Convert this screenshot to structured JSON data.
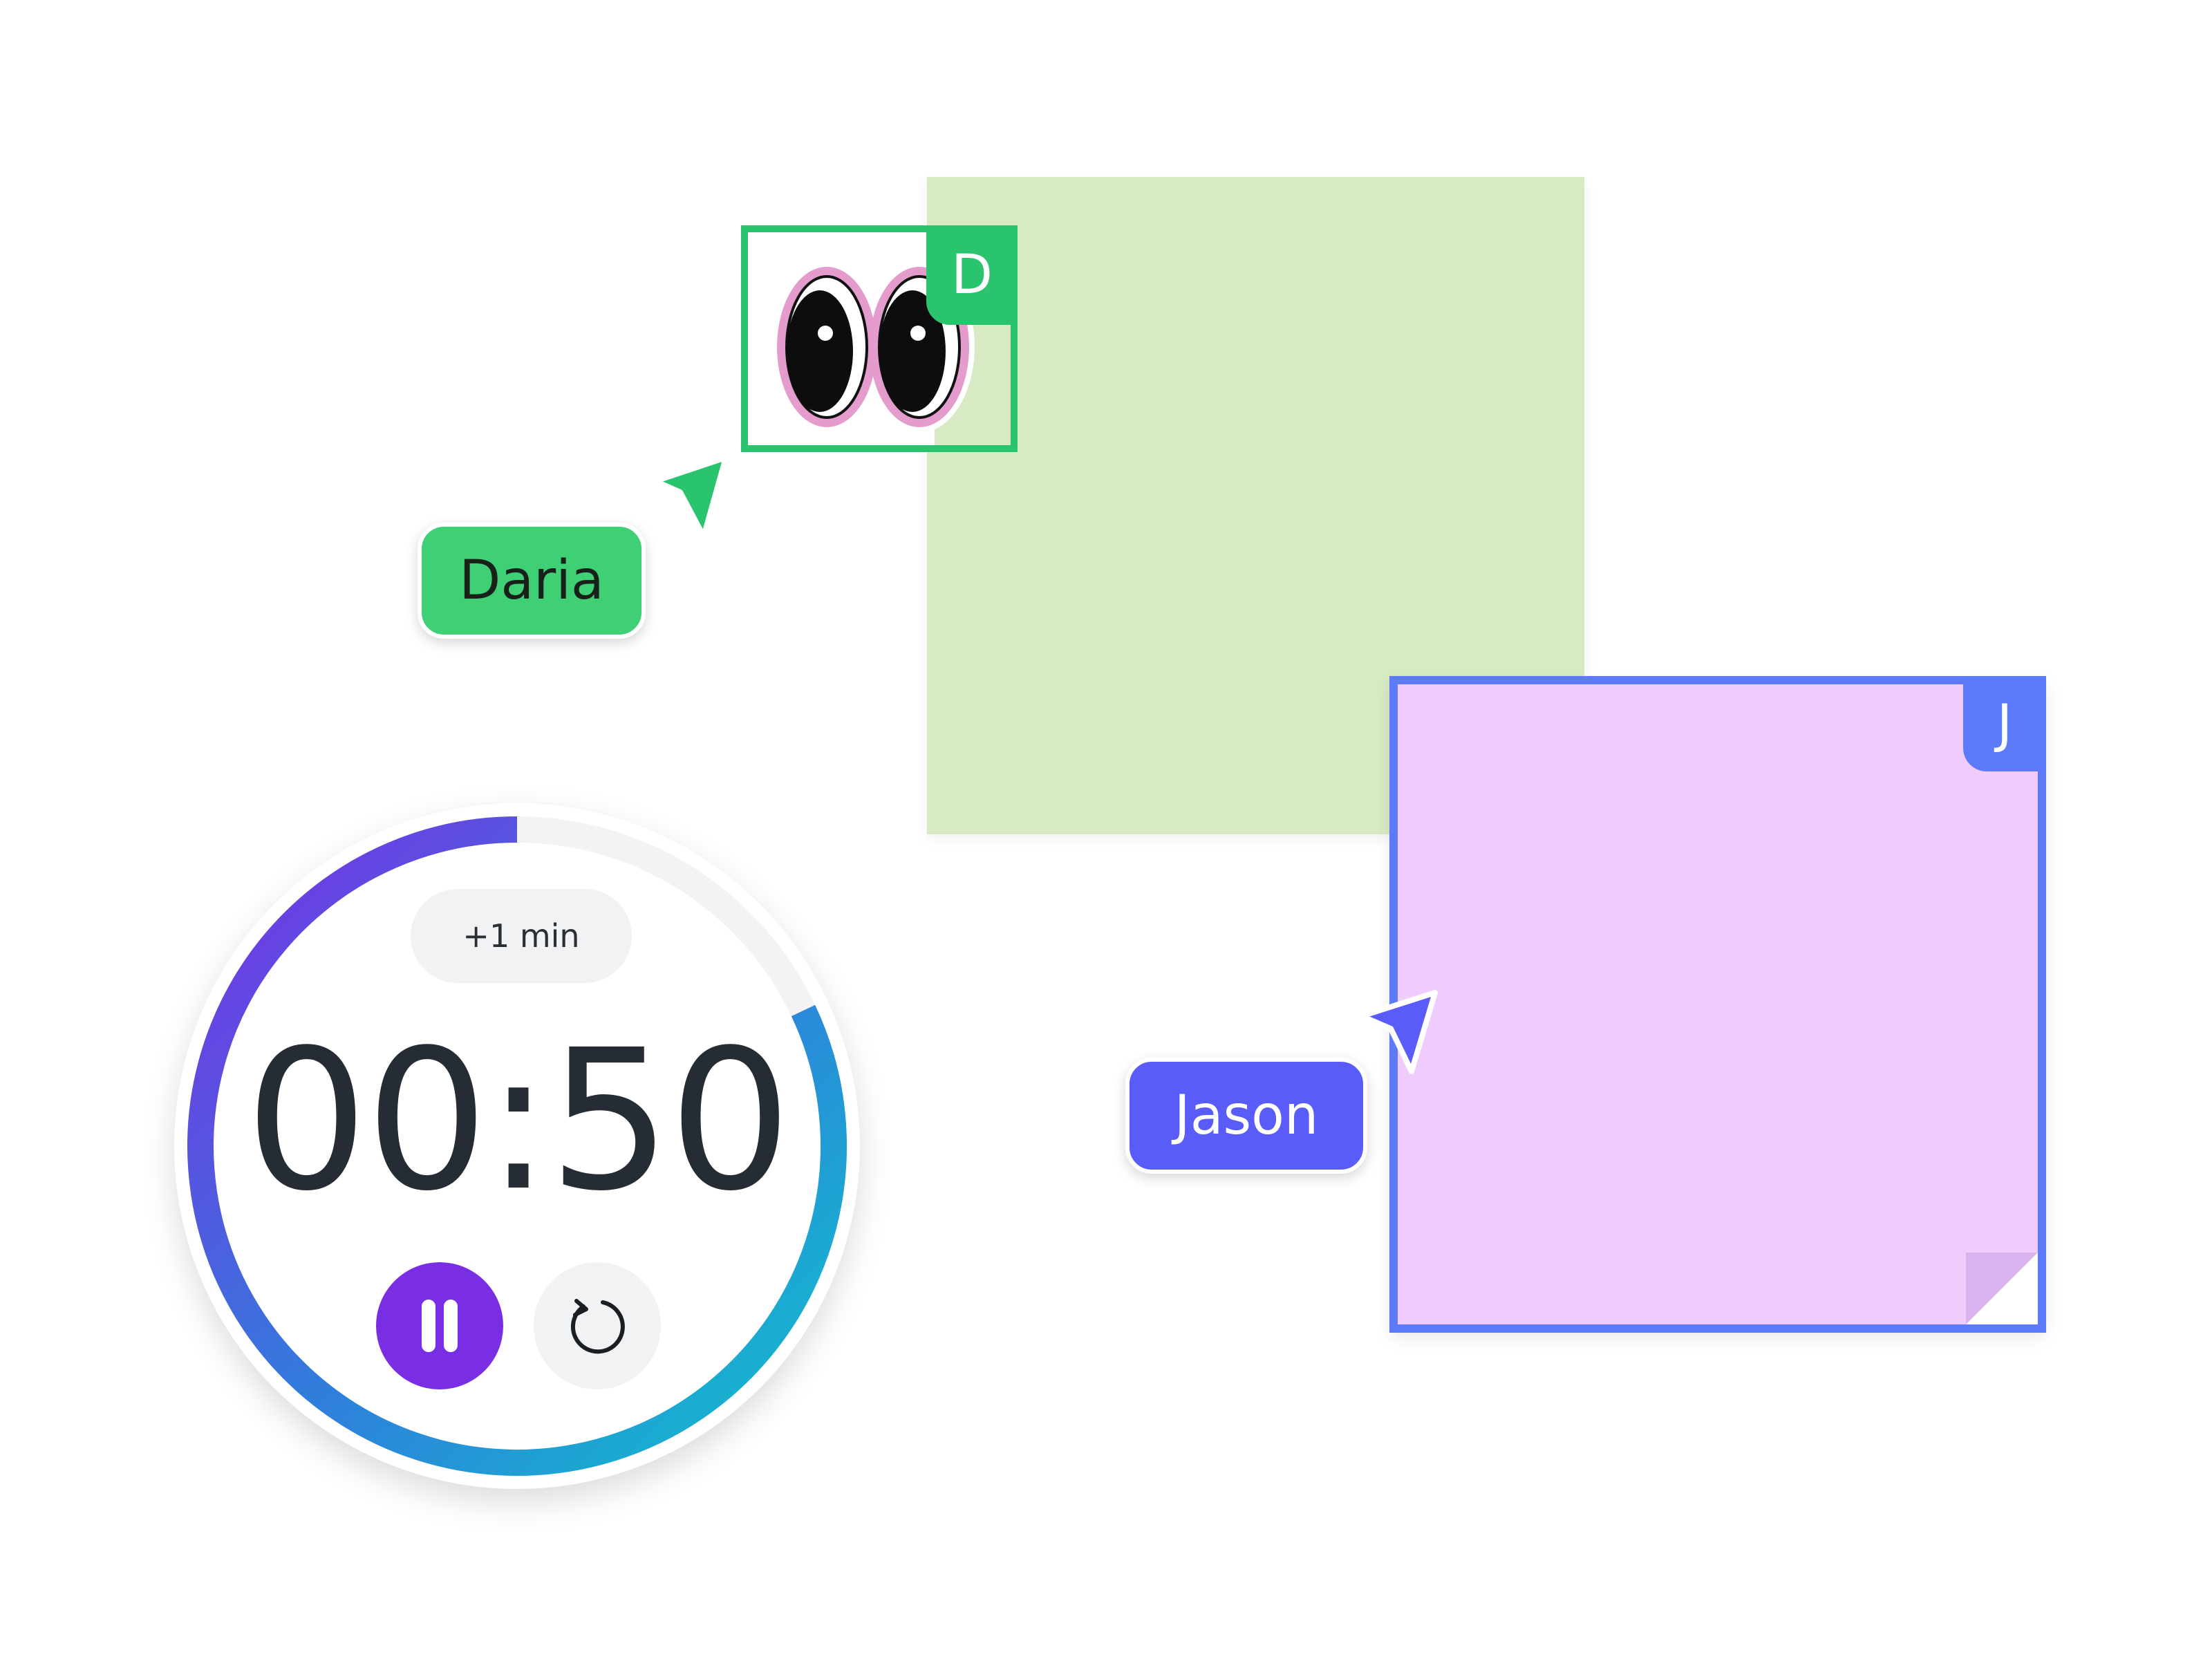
{
  "canvas": {
    "sticky_notes": [
      {
        "color": "#d8eac4"
      },
      {
        "color": "#efccfb",
        "selected_by": "J"
      }
    ],
    "sticker": {
      "icon": "googly-eyes-icon",
      "selected_by": "D"
    }
  },
  "collaborators": [
    {
      "name": "Daria",
      "initial": "D",
      "color": "#2ac46e",
      "cursor_icon": "cursor-arrow-icon"
    },
    {
      "name": "Jason",
      "initial": "J",
      "color": "#5d7af8",
      "cursor_icon": "cursor-arrow-icon"
    }
  ],
  "timer": {
    "add_minute_label": "+1 min",
    "time": "00:50",
    "pause_icon": "pause-icon",
    "reset_icon": "reset-icon",
    "progress_colors": [
      "#7a2ee4",
      "#2fa3e0",
      "#12c2cf"
    ]
  }
}
